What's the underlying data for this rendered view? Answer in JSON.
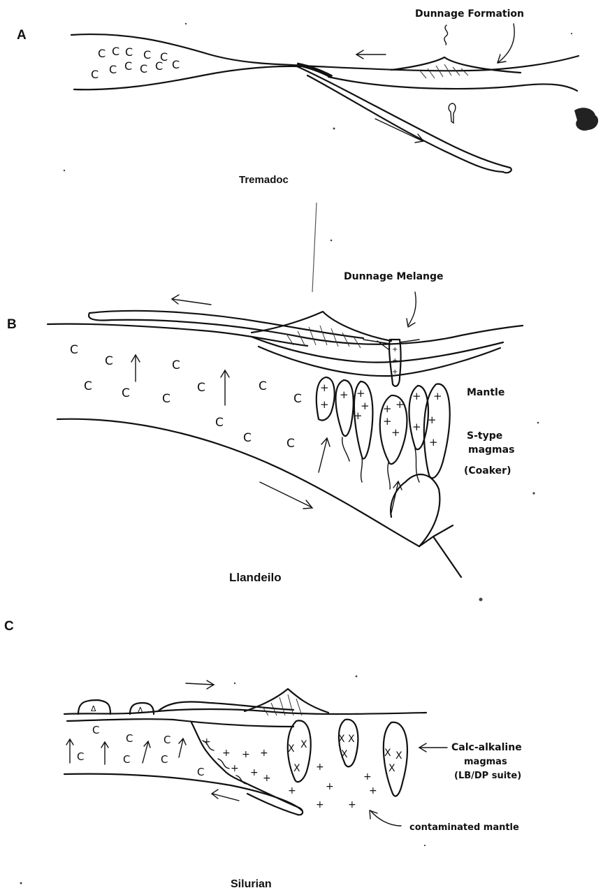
{
  "panels": {
    "a": {
      "letter": "A",
      "caption": "Tremadoc",
      "formation_label": "Dunnage Formation"
    },
    "b": {
      "letter": "B",
      "caption": "Llandeilo",
      "melange_label": "Dunnage Melange",
      "mantle_label": "Mantle",
      "magma_label_1": "S-type",
      "magma_label_2": "magmas",
      "magma_label_3": "(Coaker)"
    },
    "c": {
      "letter": "C",
      "caption": "Silurian",
      "calc_label_1": "Calc-alkaline",
      "calc_label_2": "magmas",
      "calc_label_3": "(LB/DP suite)",
      "mantle_label": "contaminated mantle"
    }
  },
  "symbols": {
    "crust": "C",
    "s_type": "+",
    "calc": "X",
    "volcanic": "Δ"
  }
}
